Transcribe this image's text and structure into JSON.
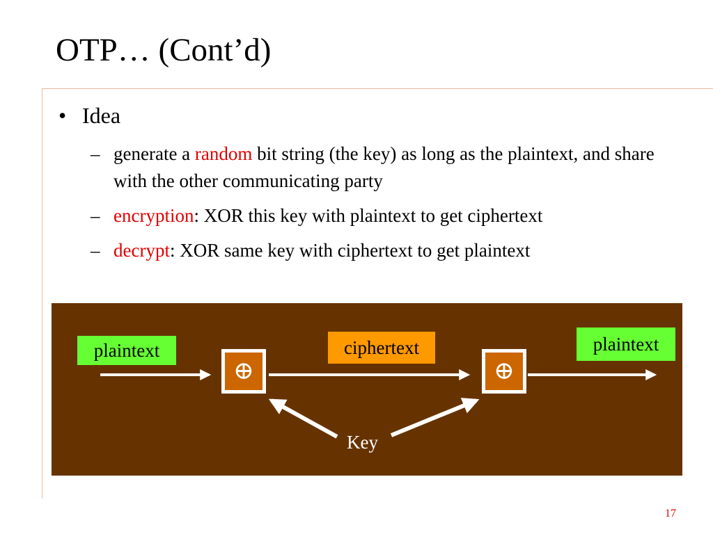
{
  "slide": {
    "title": "OTP… (Cont’d)",
    "page_number": "17"
  },
  "bullets": {
    "level1": {
      "marker": "•",
      "text": "Idea"
    },
    "items": [
      {
        "marker": "–",
        "pre": "generate a ",
        "highlight": "random",
        "post": " bit string (the key) as long as the plaintext, and share with the other communicating party"
      },
      {
        "marker": "–",
        "pre": "",
        "highlight": "encryption",
        "post": ": XOR this key with plaintext to get ciphertext"
      },
      {
        "marker": "–",
        "pre": "",
        "highlight": "decrypt",
        "post": ": XOR same key with ciphertext to get plaintext"
      }
    ]
  },
  "diagram": {
    "input_label": "plaintext",
    "middle_label": "ciphertext",
    "output_label": "plaintext",
    "xor_symbol": "⊕",
    "key_label": "Key",
    "colors": {
      "background": "#663300",
      "plaintext_box": "#66ff33",
      "ciphertext_box": "#ff9900",
      "xor_box": "#cc6600",
      "highlight_text": "#e00000"
    }
  }
}
